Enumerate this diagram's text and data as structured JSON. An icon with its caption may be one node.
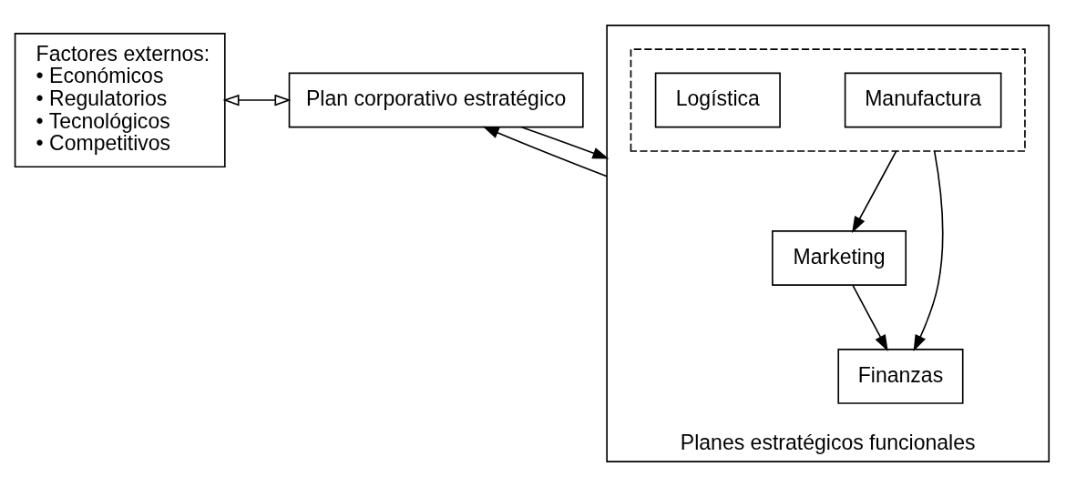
{
  "diagram": {
    "nodes": [
      {
        "text": [
          "Factores externos:",
          "• Económicos",
          "• Regulatorios",
          "• Tecnológicos",
          "• Competitivos"
        ]
      },
      {
        "text": [
          "Plan corporativo estratégico"
        ]
      },
      {
        "text": [
          "Planes estratégicos funcionales"
        ]
      },
      {
        "text": [
          "Marketing"
        ],
        "in": 2
      },
      {
        "text": [],
        "shape": "box",
        "in": 2
      },
      {
        "text": [
          "Manufactura"
        ],
        "in": 4
      },
      {
        "text": [
          "Logística"
        ],
        "in": 4
      },
      {
        "text": [
          "Finanzas"
        ],
        "in": 2
      }
    ],
    "edges": [
      {
        "from": 0,
        "to": 1,
        "arrow": "both"
      },
      {
        "from": 1,
        "to": 2,
        "arrow": "to"
      },
      {
        "from": 4,
        "to": 3,
        "arrow": "to"
      },
      {
        "from": 4,
        "to": 7,
        "arrow": "to"
      },
      {
        "from": 3,
        "to": 7,
        "arrow": "to"
      },
      {
        "from": 2,
        "to": 1,
        "arrow": "to"
      }
    ]
  }
}
